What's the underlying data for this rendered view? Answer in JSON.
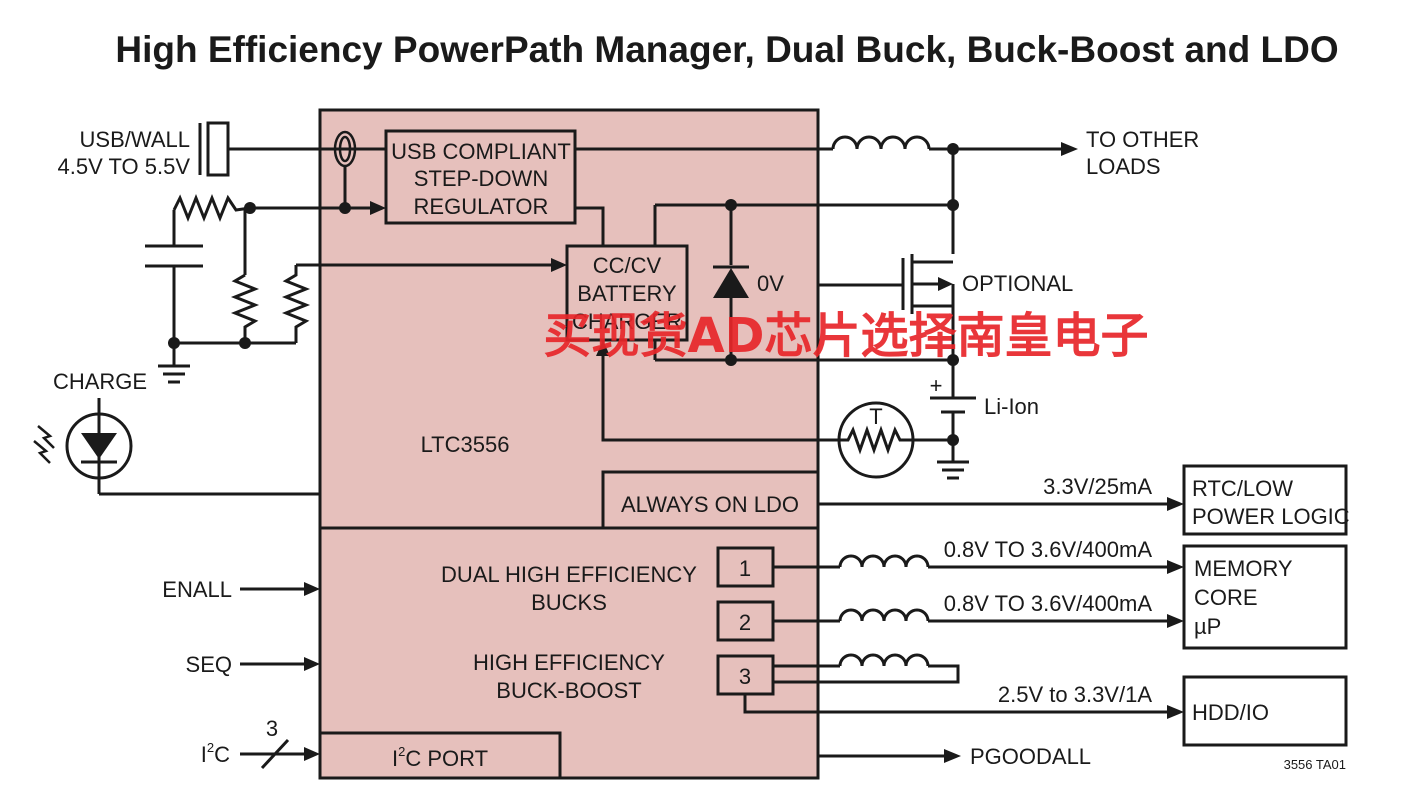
{
  "title": "High Efficiency PowerPath Manager, Dual Buck, Buck-Boost and LDO",
  "chip": {
    "name": "LTC3556",
    "usb_regulator": [
      "USB COMPLIANT",
      "STEP-DOWN",
      "REGULATOR"
    ],
    "charger": [
      "CC/CV",
      "BATTERY",
      "CHARGER"
    ],
    "always_on_ldo": "ALWAYS ON LDO",
    "dual_bucks": [
      "DUAL HIGH EFFICIENCY",
      "BUCKS"
    ],
    "buck_boost": [
      "HIGH EFFICIENCY",
      "BUCK-BOOST"
    ],
    "i2c_port": {
      "prefix": "I",
      "sup": "2",
      "suffix": "C PORT"
    },
    "channel_1": "1",
    "channel_2": "2",
    "channel_3": "3"
  },
  "inputs": {
    "usb_wall": [
      "USB/WALL",
      "4.5V TO 5.5V"
    ],
    "charge": "CHARGE",
    "enall": "ENALL",
    "seq": "SEQ",
    "i2c": {
      "prefix": "I",
      "sup": "2",
      "suffix": "C"
    },
    "i2c_bus_width": "3"
  },
  "outputs": {
    "to_other_loads": [
      "TO OTHER",
      "LOADS"
    ],
    "zero_volt": "0V",
    "optional": "OPTIONAL",
    "battery": "Li-Ion",
    "battery_plus": "+",
    "thermistor": "T",
    "ldo_rating": "3.3V/25mA",
    "buck1_rating": "0.8V TO 3.6V/400mA",
    "buck2_rating": "0.8V TO 3.6V/400mA",
    "buckboost_rating": "2.5V to 3.3V/1A",
    "pgoodall": "PGOODALL"
  },
  "loads": {
    "rtc": [
      "RTC/LOW",
      "POWER LOGIC"
    ],
    "memory": [
      "MEMORY",
      "CORE",
      "µP"
    ],
    "hdd": "HDD/IO"
  },
  "figure_id": "3556 TA01",
  "watermark": "买现货AD芯片选择南皇电子",
  "colors": {
    "chip_fill": "#e6c0bc",
    "line": "#1a1a1a",
    "watermark": "#e8262a"
  }
}
